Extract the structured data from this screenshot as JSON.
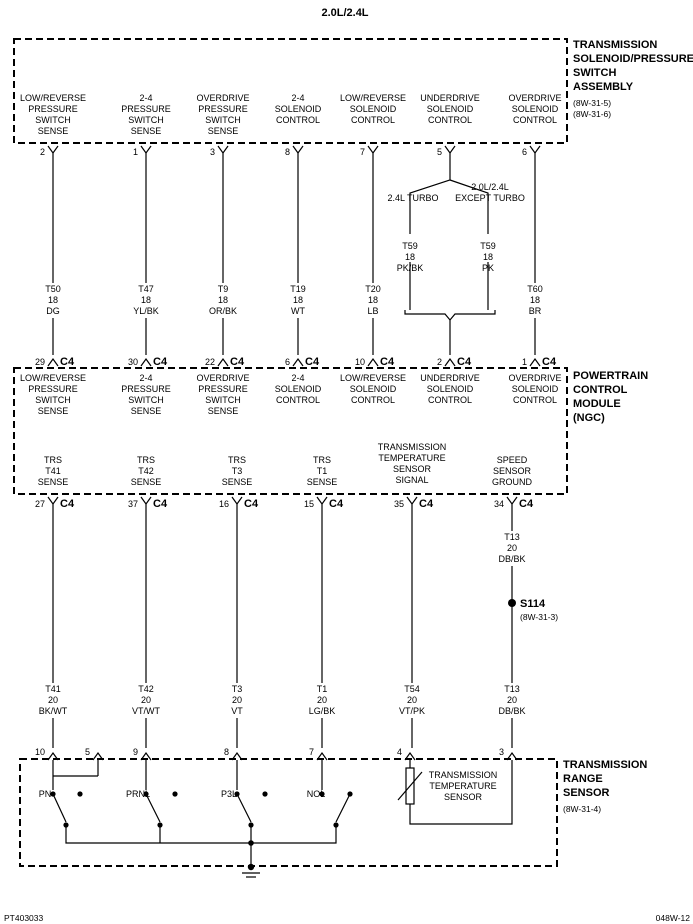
{
  "header": "2.0L/2.4L",
  "footer_left": "PT403033",
  "footer_right": "048W-12",
  "solenoid_assembly": {
    "title": [
      "TRANSMISSION",
      "SOLENOID/PRESSURE",
      "SWITCH",
      "ASSEMBLY"
    ],
    "refs": [
      "(8W-31-5)",
      "(8W-31-6)"
    ],
    "terminals": [
      {
        "label": [
          "LOW/REVERSE",
          "PRESSURE",
          "SWITCH",
          "SENSE"
        ],
        "pin": "2"
      },
      {
        "label": [
          "2-4",
          "PRESSURE",
          "SWITCH",
          "SENSE"
        ],
        "pin": "1"
      },
      {
        "label": [
          "OVERDRIVE",
          "PRESSURE",
          "SWITCH",
          "SENSE"
        ],
        "pin": "3"
      },
      {
        "label": [
          "2-4",
          "SOLENOID",
          "CONTROL"
        ],
        "pin": "8"
      },
      {
        "label": [
          "LOW/REVERSE",
          "SOLENOID",
          "CONTROL"
        ],
        "pin": "7"
      },
      {
        "label": [
          "UNDERDRIVE",
          "SOLENOID",
          "CONTROL"
        ],
        "pin": "5"
      },
      {
        "label": [
          "OVERDRIVE",
          "SOLENOID",
          "CONTROL"
        ],
        "pin": "6"
      }
    ]
  },
  "upper_wires": [
    {
      "code": "T50",
      "gauge": "18",
      "color": "DG"
    },
    {
      "code": "T47",
      "gauge": "18",
      "color": "YL/BK"
    },
    {
      "code": "T9",
      "gauge": "18",
      "color": "OR/BK"
    },
    {
      "code": "T19",
      "gauge": "18",
      "color": "WT"
    },
    {
      "code": "T20",
      "gauge": "18",
      "color": "LB"
    },
    {
      "code": "T60",
      "gauge": "18",
      "color": "BR"
    }
  ],
  "underdrive_split": {
    "left_label": "2.4L TURBO",
    "right_label": [
      "2.0L/2.4L",
      "EXCEPT TURBO"
    ],
    "left_wire": {
      "code": "T59",
      "gauge": "18",
      "color": "PK/BK"
    },
    "right_wire": {
      "code": "T59",
      "gauge": "18",
      "color": "PK"
    }
  },
  "pcm": {
    "title": [
      "POWERTRAIN",
      "CONTROL",
      "MODULE",
      "(NGC)"
    ],
    "connector": "C4",
    "top_pins": [
      "29",
      "30",
      "22",
      "6",
      "10",
      "2",
      "1"
    ],
    "top_labels": [
      [
        "LOW/REVERSE",
        "PRESSURE",
        "SWITCH",
        "SENSE"
      ],
      [
        "2-4",
        "PRESSURE",
        "SWITCH",
        "SENSE"
      ],
      [
        "OVERDRIVE",
        "PRESSURE",
        "SWITCH",
        "SENSE"
      ],
      [
        "2-4",
        "SOLENOID",
        "CONTROL"
      ],
      [
        "LOW/REVERSE",
        "SOLENOID",
        "CONTROL"
      ],
      [
        "UNDERDRIVE",
        "SOLENOID",
        "CONTROL"
      ],
      [
        "OVERDRIVE",
        "SOLENOID",
        "CONTROL"
      ]
    ],
    "bottom_labels": [
      [
        "TRS",
        "T41",
        "SENSE"
      ],
      [
        "TRS",
        "T42",
        "SENSE"
      ],
      [
        "TRS",
        "T3",
        "SENSE"
      ],
      [
        "TRS",
        "T1",
        "SENSE"
      ],
      [
        "TRANSMISSION",
        "TEMPERATURE",
        "SENSOR",
        "SIGNAL"
      ],
      [
        "SPEED",
        "SENSOR",
        "GROUND"
      ]
    ],
    "bottom_pins": [
      "27",
      "37",
      "16",
      "15",
      "35",
      "34"
    ]
  },
  "splice": {
    "name": "S114",
    "ref": "(8W-31-3)",
    "upper_wire": {
      "code": "T13",
      "gauge": "20",
      "color": "DB/BK"
    }
  },
  "lower_wires": [
    {
      "code": "T41",
      "gauge": "20",
      "color": "BK/WT"
    },
    {
      "code": "T42",
      "gauge": "20",
      "color": "VT/WT"
    },
    {
      "code": "T3",
      "gauge": "20",
      "color": "VT"
    },
    {
      "code": "T1",
      "gauge": "20",
      "color": "LG/BK"
    },
    {
      "code": "T54",
      "gauge": "20",
      "color": "VT/PK"
    },
    {
      "code": "T13",
      "gauge": "20",
      "color": "DB/BK"
    }
  ],
  "range_sensor": {
    "title": [
      "TRANSMISSION",
      "RANGE",
      "SENSOR"
    ],
    "ref": "(8W-31-4)",
    "pins": [
      "10",
      "5",
      "9",
      "8",
      "7",
      "4",
      "3"
    ],
    "switches": [
      "PN",
      "PRNL",
      "P3L",
      "NOL"
    ],
    "temp_sensor_label": [
      "TRANSMISSION",
      "TEMPERATURE",
      "SENSOR"
    ]
  }
}
